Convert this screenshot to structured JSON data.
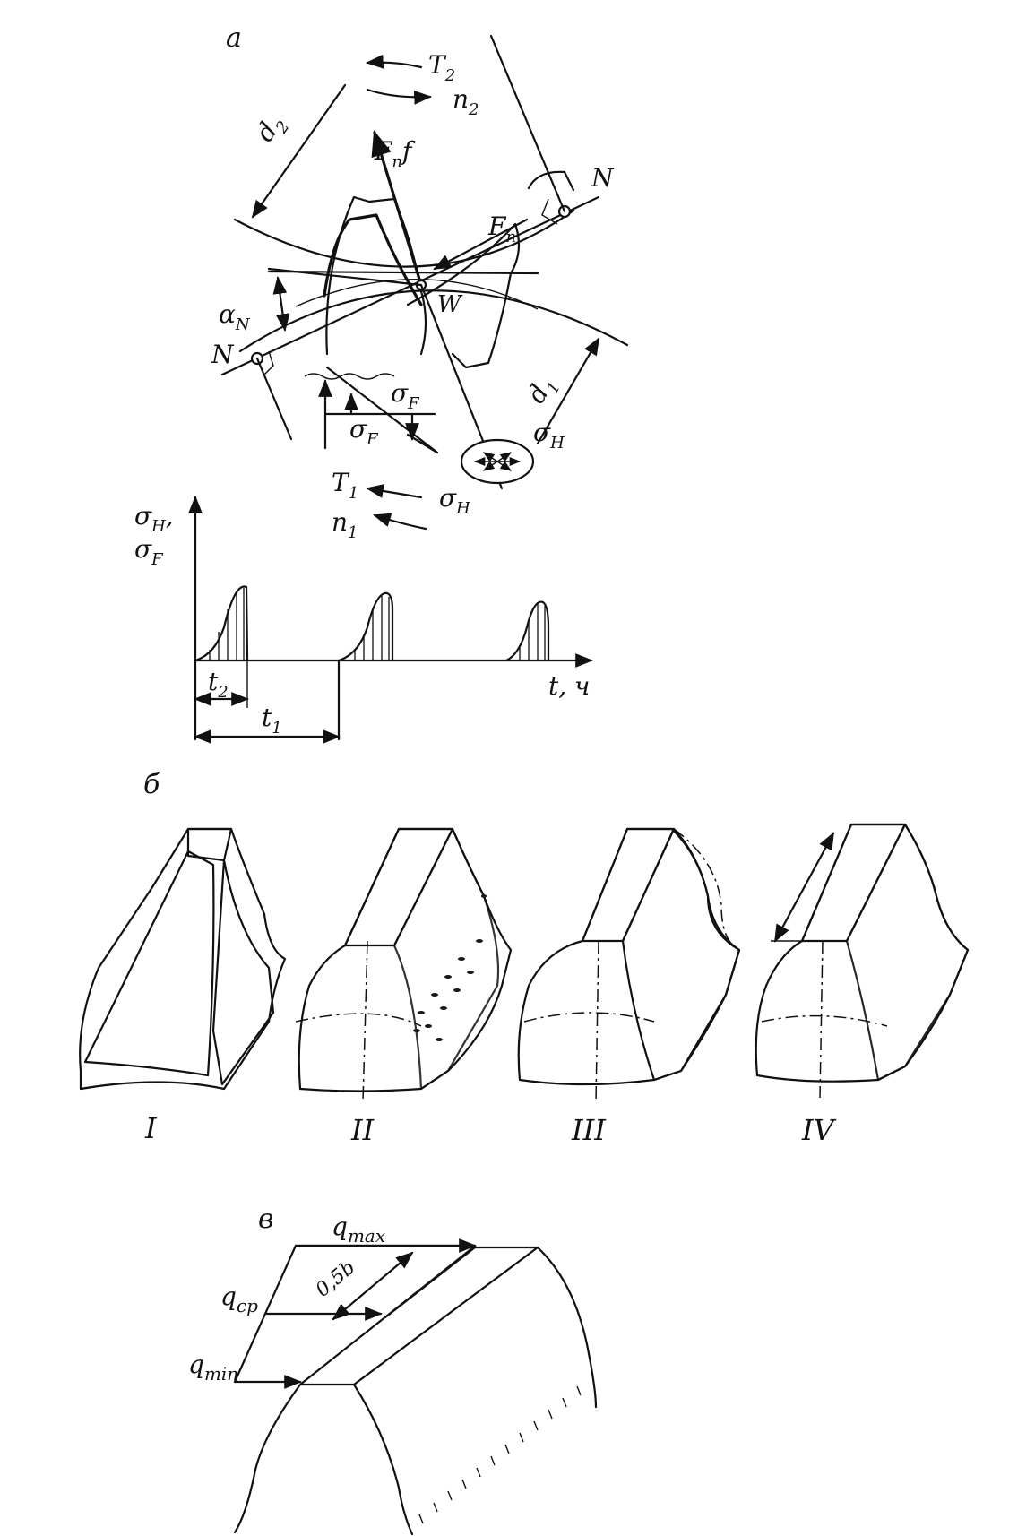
{
  "panel_a": {
    "letter": "a",
    "labels": {
      "T2": "T",
      "T2_sub": "2",
      "n2": "n",
      "n2_sub": "2",
      "d2": "d",
      "d2_sub": "2",
      "Fnf": "F",
      "Fnf_sub": "n",
      "Fnf_suffix": "f",
      "N_top": "N",
      "Fn": "F",
      "Fn_sub": "n",
      "alpha": "α",
      "alpha_sub": "N",
      "W": "W",
      "N_bottom": "N",
      "d1": "d",
      "d1_sub": "1",
      "sigmaF_a": "σ",
      "sigmaF_a_sub": "F",
      "sigmaF_b": "σ",
      "sigmaF_b_sub": "F",
      "sigmaH_a": "σ",
      "sigmaH_a_sub": "H",
      "sigmaH_b": "σ",
      "sigmaH_b_sub": "H",
      "T1": "T",
      "T1_sub": "1",
      "n1": "n",
      "n1_sub": "1"
    }
  },
  "graph": {
    "y_label_1": "σ",
    "y_label_1_sub": "H",
    "y_label_1_comma": ",",
    "y_label_2": "σ",
    "y_label_2_sub": "F",
    "x_label": "t, ч",
    "t2": "t",
    "t2_sub": "2",
    "t1": "t",
    "t1_sub": "1"
  },
  "panel_b": {
    "letter": "б",
    "captions": [
      "I",
      "II",
      "III",
      "IV"
    ]
  },
  "panel_c": {
    "letter": "в",
    "q_max": "q",
    "q_max_sub": "max",
    "q_cp": "q",
    "q_cp_sub": "cp",
    "q_min": "q",
    "q_min_sub": "min",
    "width_label": "0,5b"
  }
}
